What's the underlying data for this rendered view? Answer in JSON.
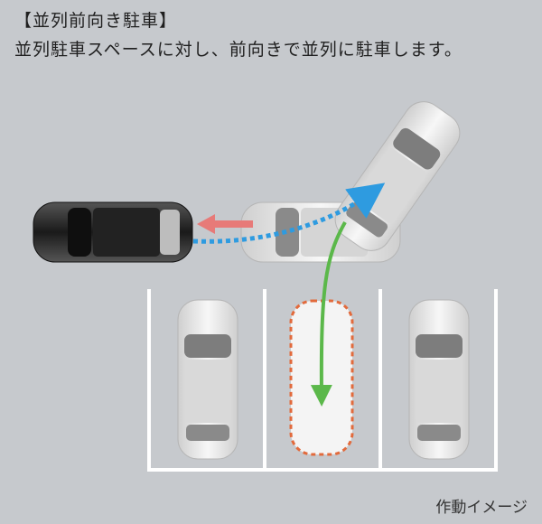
{
  "header": {
    "title": "【並列前向き駐車】",
    "caption": "並列駐車スペースに対し、前向きで並列に駐車します。"
  },
  "footer": {
    "note": "作動イメージ"
  },
  "colors": {
    "background": "#c6c9cd",
    "line_white": "#ffffff",
    "path_blue": "#2e9be0",
    "path_green": "#5bb84a",
    "arrow_red": "#e77a78",
    "target_orange": "#e26a3c",
    "car_dark": "#2a2a2a",
    "car_light": "#efefef"
  },
  "icons": {
    "reverse_arrow": "left-arrow-icon",
    "blue_path": "dotted-curved-arrow-icon",
    "green_path": "curved-down-arrow-icon"
  }
}
